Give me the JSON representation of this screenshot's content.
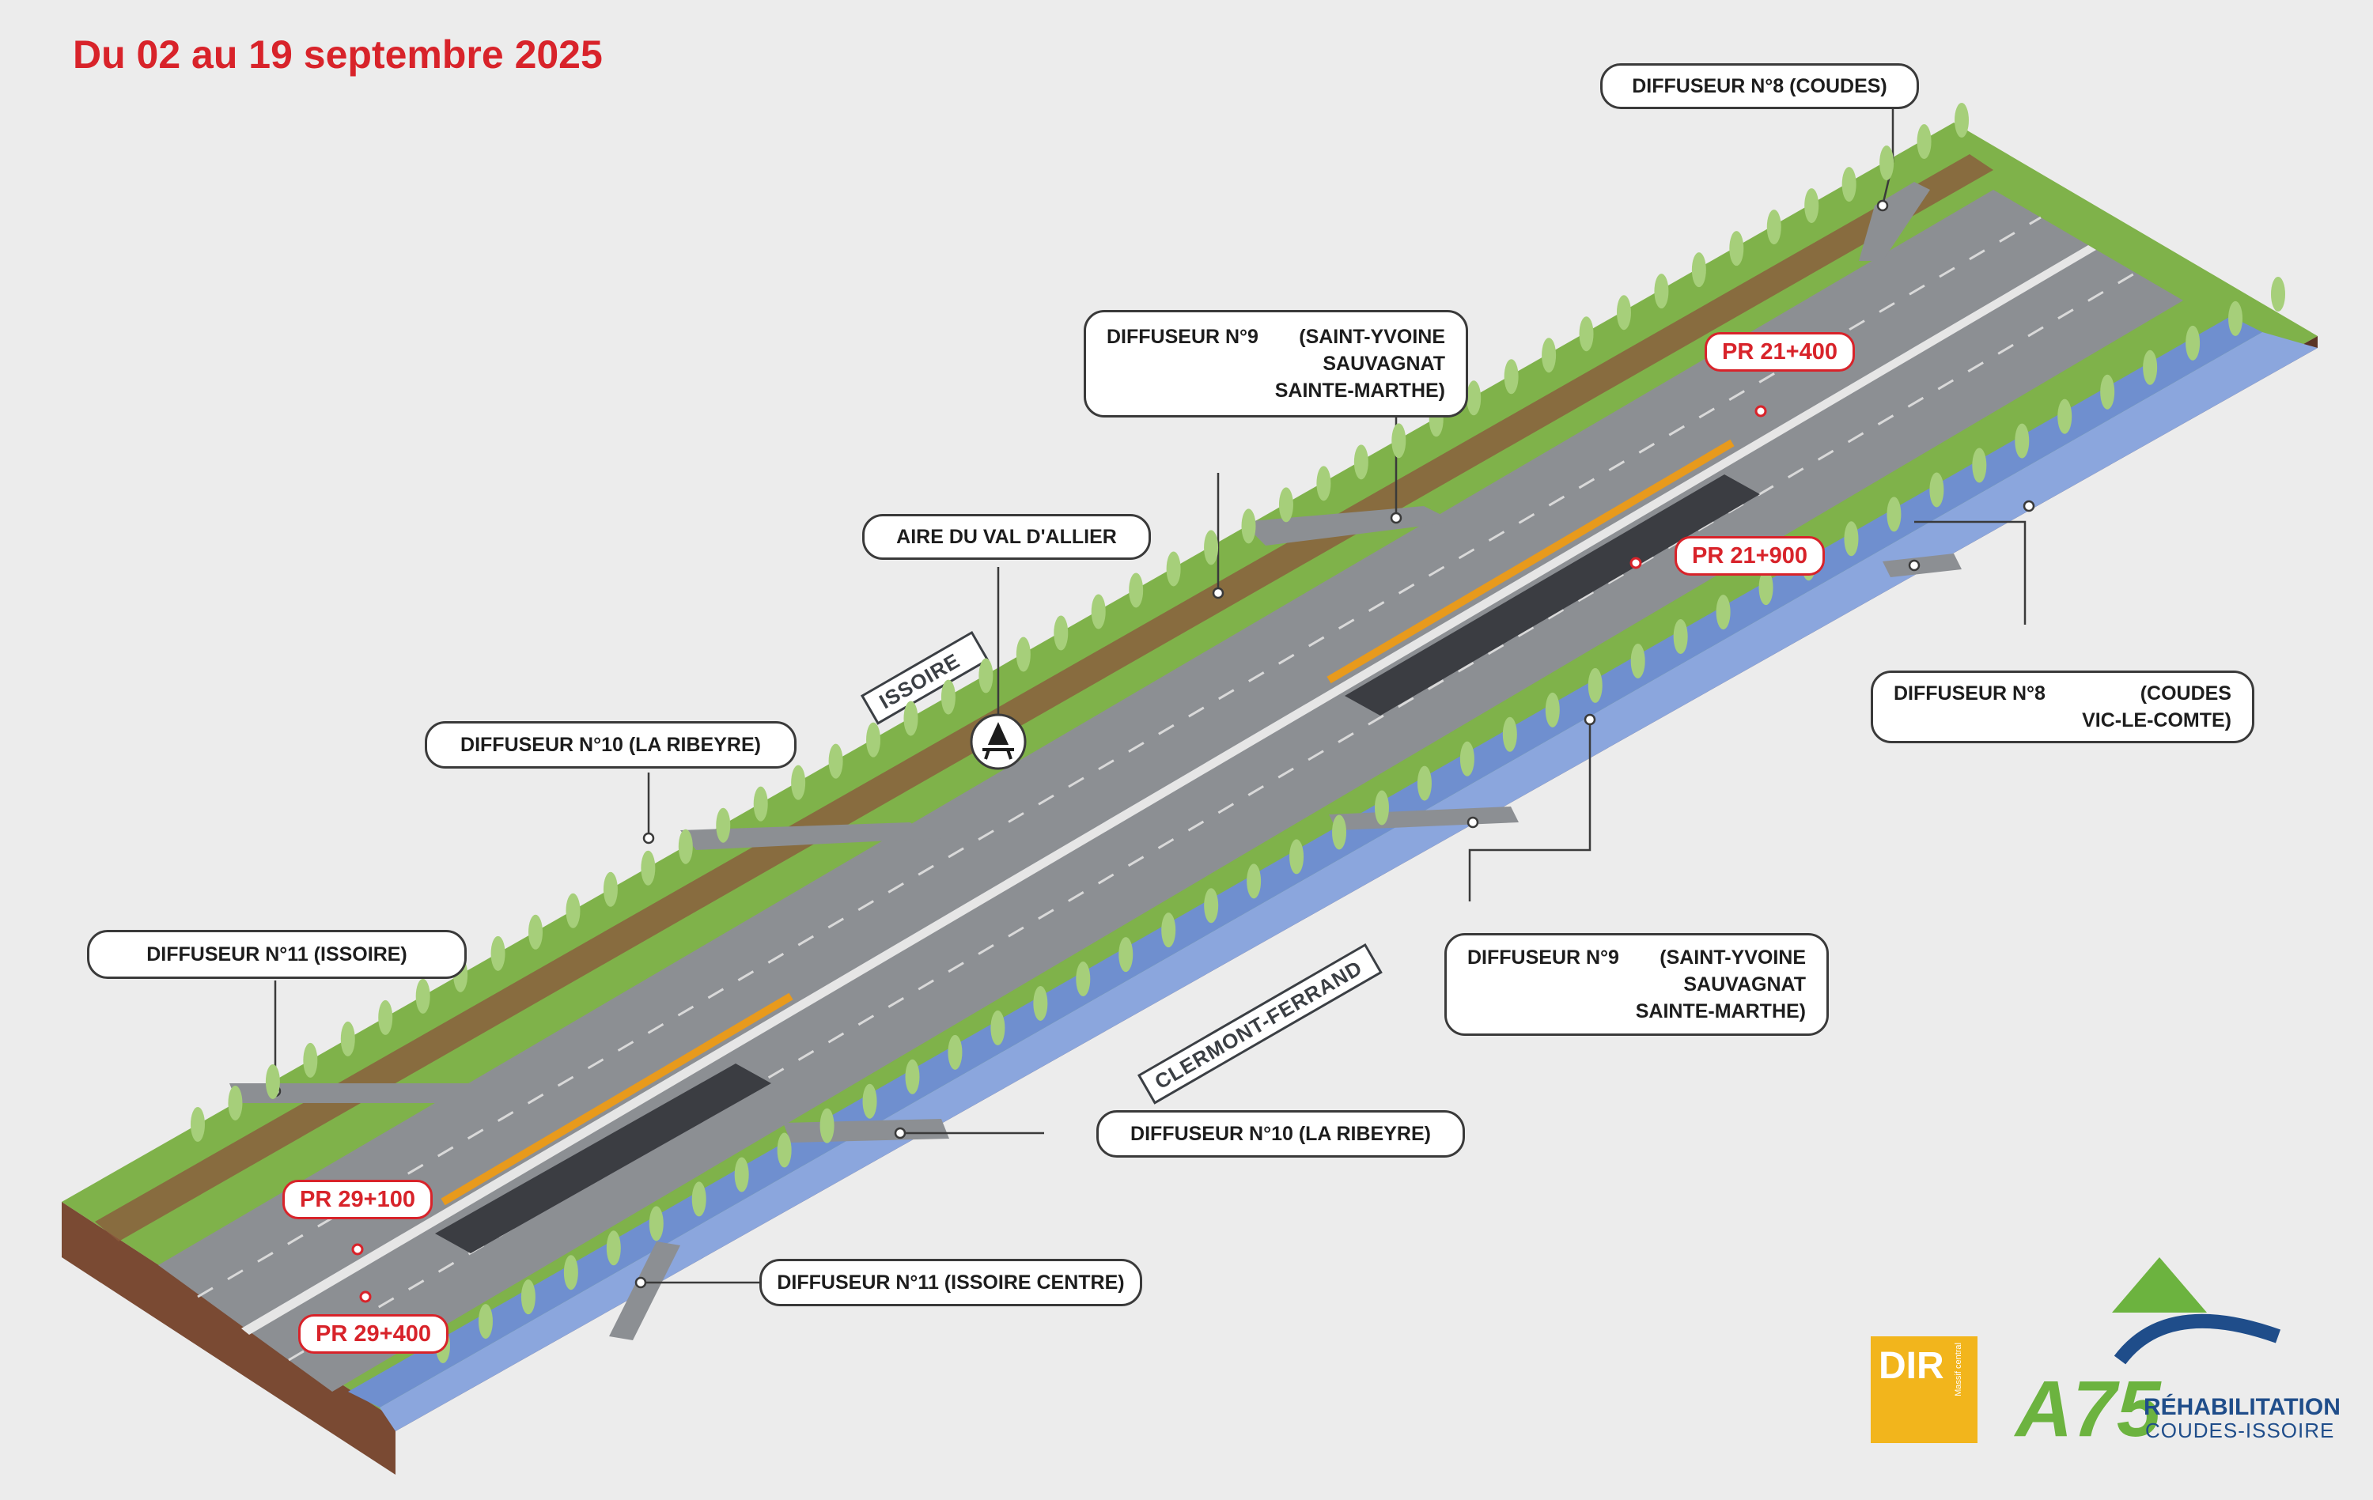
{
  "title": "Du 02 au 19 septembre 2025",
  "colors": {
    "title": "#d8232a",
    "grass": "#7fb24a",
    "soil": "#7a4a33",
    "road": "#8c8f93",
    "river": "#8ba6dd",
    "works": "#e89a1c",
    "pr_red": "#d8232a",
    "dir_yellow": "#f2b51c",
    "a75_green": "#6cb33f",
    "a75_blue": "#1f4d8a"
  },
  "callouts": {
    "d8_top": {
      "lines": [
        "DIFFUSEUR N°8  (COUDES)"
      ]
    },
    "d9_top": {
      "lines": [
        "DIFFUSEUR N°9",
        "(SAINT-YVOINE",
        "SAUVAGNAT",
        "SAINTE-MARTHE)"
      ]
    },
    "aire": {
      "lines": [
        "AIRE DU VAL D'ALLIER"
      ]
    },
    "d10_top": {
      "lines": [
        "DIFFUSEUR N°10 (LA RIBEYRE)"
      ]
    },
    "d11_top": {
      "lines": [
        "DIFFUSEUR N°11 (ISSOIRE)"
      ]
    },
    "d8_right": {
      "lines": [
        "DIFFUSEUR N°8",
        "(COUDES",
        "VIC-LE-COMTE)"
      ]
    },
    "d9_right": {
      "lines": [
        "DIFFUSEUR N°9",
        "(SAINT-YVOINE",
        "SAUVAGNAT",
        "SAINTE-MARTHE)"
      ]
    },
    "d10_bottom": {
      "lines": [
        "DIFFUSEUR N°10 (LA RIBEYRE)"
      ]
    },
    "d11_bottom": {
      "lines": [
        "DIFFUSEUR N°11 (ISSOIRE CENTRE)"
      ]
    }
  },
  "pr_markers": {
    "pr21400": "PR 21+400",
    "pr21900": "PR 21+900",
    "pr29100": "PR 29+100",
    "pr29400": "PR 29+400"
  },
  "signs": {
    "issoire": "ISSOIRE",
    "clermont": "CLERMONT-FERRAND"
  },
  "logos": {
    "dir_text": "DIR",
    "dir_sub": "Massif central",
    "a75_num": "A75",
    "a75_line1": "RÉHABILITATION",
    "a75_line2": "COUDES-ISSOIRE"
  }
}
